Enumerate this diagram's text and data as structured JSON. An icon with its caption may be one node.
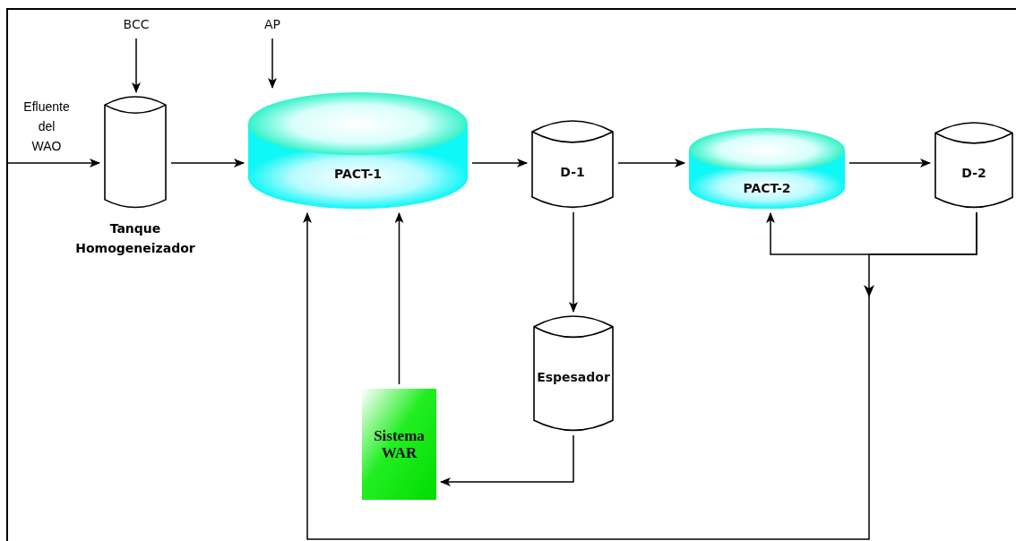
{
  "diagram": {
    "nodes": [
      {
        "text": [
          "BCC"
        ]
      },
      {
        "text": [
          "AP"
        ]
      },
      {
        "text": [],
        "shape": "cylinder",
        "beside": [
          "Tanque Homogeneizador"
        ]
      },
      {
        "text": [
          "PACT-1"
        ]
      },
      {
        "text": [
          "D-1"
        ]
      },
      {
        "text": [
          "PACT-2"
        ]
      },
      {
        "text": [
          "D-2"
        ]
      },
      {
        "text": [
          "Espesador"
        ]
      },
      {
        "text": [
          "Sistema WAR"
        ]
      }
    ],
    "edges": [
      {
        "from": null,
        "to": 2,
        "arrow": "to"
      },
      {
        "from": 0,
        "to": 2,
        "arrow": "to"
      },
      {
        "from": 1,
        "to": 3,
        "arrow": "to"
      },
      {
        "from": 2,
        "to": 3,
        "arrow": "to"
      },
      {
        "from": 3,
        "to": 4,
        "arrow": "to"
      },
      {
        "from": 4,
        "to": 5,
        "arrow": "to"
      },
      {
        "from": 5,
        "to": 6,
        "arrow": "to"
      },
      {
        "from": 4,
        "to": 7,
        "arrow": "to"
      },
      {
        "from": 7,
        "to": 8,
        "arrow": "to"
      },
      {
        "from": 8,
        "to": 3,
        "arrow": "to"
      },
      {
        "from": 6,
        "to": 5,
        "arrow": "to"
      },
      {
        "from": 6,
        "to": 3,
        "arrow": "to"
      }
    ],
    "labels": [
      "Efluente del WAO"
    ]
  }
}
